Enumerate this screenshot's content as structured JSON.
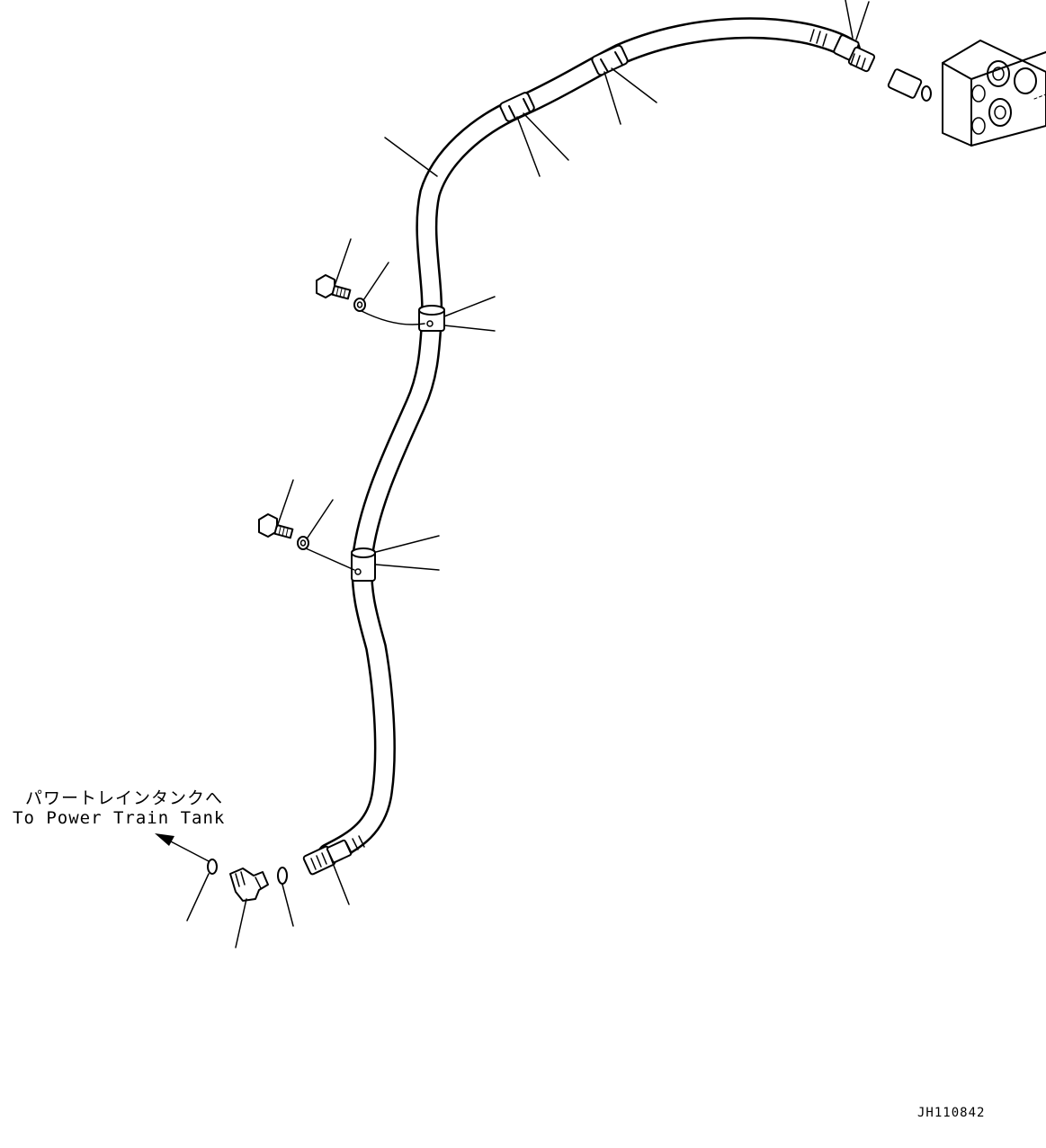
{
  "diagram": {
    "destination_label_jp": "パワートレインタンクへ",
    "destination_label_en": "To Power Train Tank",
    "drawing_code": "JH110842"
  }
}
